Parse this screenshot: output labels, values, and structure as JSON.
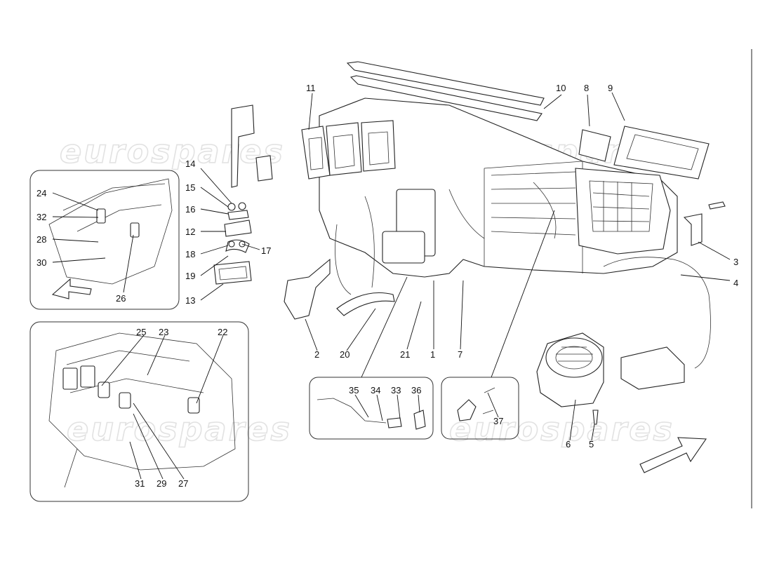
{
  "watermark": {
    "text": "eurospares"
  },
  "callouts": [
    {
      "id": "c1",
      "text": "1"
    },
    {
      "id": "c2",
      "text": "2"
    },
    {
      "id": "c3",
      "text": "3"
    },
    {
      "id": "c4",
      "text": "4"
    },
    {
      "id": "c5",
      "text": "5"
    },
    {
      "id": "c6",
      "text": "6"
    },
    {
      "id": "c7",
      "text": "7"
    },
    {
      "id": "c8",
      "text": "8"
    },
    {
      "id": "c9",
      "text": "9"
    },
    {
      "id": "c10",
      "text": "10"
    },
    {
      "id": "c11",
      "text": "11"
    },
    {
      "id": "c12",
      "text": "12"
    },
    {
      "id": "c13",
      "text": "13"
    },
    {
      "id": "c14",
      "text": "14"
    },
    {
      "id": "c15",
      "text": "15"
    },
    {
      "id": "c16",
      "text": "16"
    },
    {
      "id": "c17",
      "text": "17"
    },
    {
      "id": "c18",
      "text": "18"
    },
    {
      "id": "c19",
      "text": "19"
    },
    {
      "id": "c20",
      "text": "20"
    },
    {
      "id": "c21",
      "text": "21"
    },
    {
      "id": "c22",
      "text": "22"
    },
    {
      "id": "c23",
      "text": "23"
    },
    {
      "id": "c24",
      "text": "24"
    },
    {
      "id": "c25",
      "text": "25"
    },
    {
      "id": "c26",
      "text": "26"
    },
    {
      "id": "c27",
      "text": "27"
    },
    {
      "id": "c28",
      "text": "28"
    },
    {
      "id": "c29",
      "text": "29"
    },
    {
      "id": "c30",
      "text": "30"
    },
    {
      "id": "c31",
      "text": "31"
    },
    {
      "id": "c32",
      "text": "32"
    },
    {
      "id": "c33",
      "text": "33"
    },
    {
      "id": "c34",
      "text": "34"
    },
    {
      "id": "c35",
      "text": "35"
    },
    {
      "id": "c36",
      "text": "36"
    },
    {
      "id": "c37",
      "text": "37"
    }
  ]
}
